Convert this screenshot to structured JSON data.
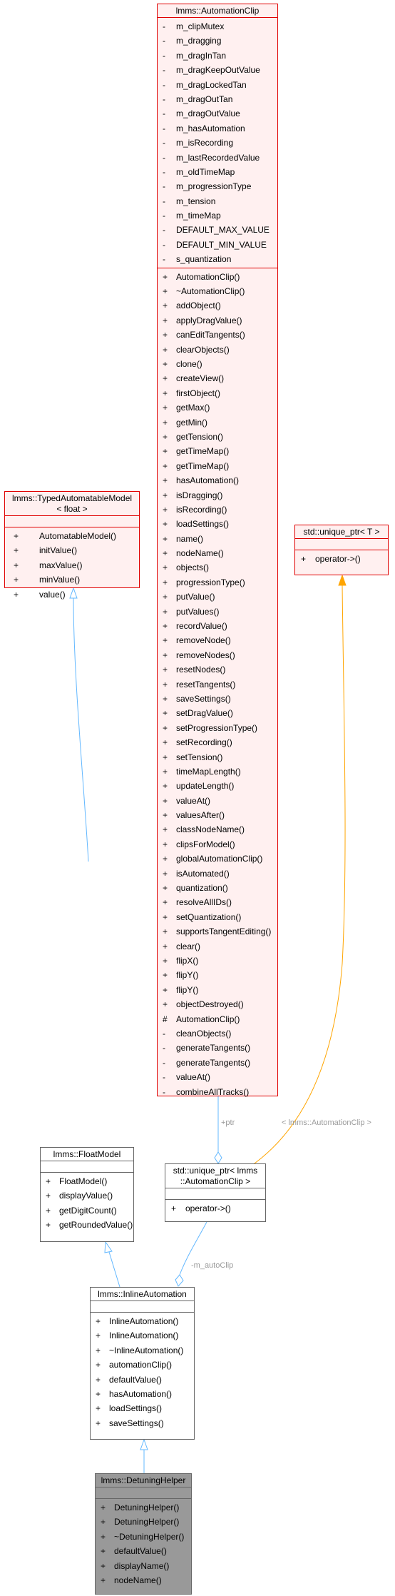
{
  "automation_clip": {
    "title": "lmms::AutomationClip",
    "attributes": [
      {
        "vis": "-",
        "name": "m_clipMutex"
      },
      {
        "vis": "-",
        "name": "m_dragging"
      },
      {
        "vis": "-",
        "name": "m_dragInTan"
      },
      {
        "vis": "-",
        "name": "m_dragKeepOutValue"
      },
      {
        "vis": "-",
        "name": "m_dragLockedTan"
      },
      {
        "vis": "-",
        "name": "m_dragOutTan"
      },
      {
        "vis": "-",
        "name": "m_dragOutValue"
      },
      {
        "vis": "-",
        "name": "m_hasAutomation"
      },
      {
        "vis": "-",
        "name": "m_isRecording"
      },
      {
        "vis": "-",
        "name": "m_lastRecordedValue"
      },
      {
        "vis": "-",
        "name": "m_oldTimeMap"
      },
      {
        "vis": "-",
        "name": "m_progressionType"
      },
      {
        "vis": "-",
        "name": "m_tension"
      },
      {
        "vis": "-",
        "name": "m_timeMap"
      },
      {
        "vis": "-",
        "name": "DEFAULT_MAX_VALUE"
      },
      {
        "vis": "-",
        "name": "DEFAULT_MIN_VALUE"
      },
      {
        "vis": "-",
        "name": "s_quantization"
      }
    ],
    "methods": [
      {
        "vis": "+",
        "name": "AutomationClip()"
      },
      {
        "vis": "+",
        "name": "~AutomationClip()"
      },
      {
        "vis": "+",
        "name": "addObject()"
      },
      {
        "vis": "+",
        "name": "applyDragValue()"
      },
      {
        "vis": "+",
        "name": "canEditTangents()"
      },
      {
        "vis": "+",
        "name": "clearObjects()"
      },
      {
        "vis": "+",
        "name": "clone()"
      },
      {
        "vis": "+",
        "name": "createView()"
      },
      {
        "vis": "+",
        "name": "firstObject()"
      },
      {
        "vis": "+",
        "name": "getMax()"
      },
      {
        "vis": "+",
        "name": "getMin()"
      },
      {
        "vis": "+",
        "name": "getTension()"
      },
      {
        "vis": "+",
        "name": "getTimeMap()"
      },
      {
        "vis": "+",
        "name": "getTimeMap()"
      },
      {
        "vis": "+",
        "name": "hasAutomation()"
      },
      {
        "vis": "+",
        "name": "isDragging()"
      },
      {
        "vis": "+",
        "name": "isRecording()"
      },
      {
        "vis": "+",
        "name": "loadSettings()"
      },
      {
        "vis": "+",
        "name": "name()"
      },
      {
        "vis": "+",
        "name": "nodeName()"
      },
      {
        "vis": "+",
        "name": "objects()"
      },
      {
        "vis": "+",
        "name": "progressionType()"
      },
      {
        "vis": "+",
        "name": "putValue()"
      },
      {
        "vis": "+",
        "name": "putValues()"
      },
      {
        "vis": "+",
        "name": "recordValue()"
      },
      {
        "vis": "+",
        "name": "removeNode()"
      },
      {
        "vis": "+",
        "name": "removeNodes()"
      },
      {
        "vis": "+",
        "name": "resetNodes()"
      },
      {
        "vis": "+",
        "name": "resetTangents()"
      },
      {
        "vis": "+",
        "name": "saveSettings()"
      },
      {
        "vis": "+",
        "name": "setDragValue()"
      },
      {
        "vis": "+",
        "name": "setProgressionType()"
      },
      {
        "vis": "+",
        "name": "setRecording()"
      },
      {
        "vis": "+",
        "name": "setTension()"
      },
      {
        "vis": "+",
        "name": "timeMapLength()"
      },
      {
        "vis": "+",
        "name": "updateLength()"
      },
      {
        "vis": "+",
        "name": "valueAt()"
      },
      {
        "vis": "+",
        "name": "valuesAfter()"
      },
      {
        "vis": "+",
        "name": "classNodeName()"
      },
      {
        "vis": "+",
        "name": "clipsForModel()"
      },
      {
        "vis": "+",
        "name": "globalAutomationClip()"
      },
      {
        "vis": "+",
        "name": "isAutomated()"
      },
      {
        "vis": "+",
        "name": "quantization()"
      },
      {
        "vis": "+",
        "name": "resolveAllIDs()"
      },
      {
        "vis": "+",
        "name": "setQuantization()"
      },
      {
        "vis": "+",
        "name": "supportsTangentEditing()"
      },
      {
        "vis": "+",
        "name": "clear()"
      },
      {
        "vis": "+",
        "name": "flipX()"
      },
      {
        "vis": "+",
        "name": "flipY()"
      },
      {
        "vis": "+",
        "name": "flipY()"
      },
      {
        "vis": "+",
        "name": "objectDestroyed()"
      },
      {
        "vis": "#",
        "name": "AutomationClip()"
      },
      {
        "vis": "-",
        "name": "cleanObjects()"
      },
      {
        "vis": "-",
        "name": "generateTangents()"
      },
      {
        "vis": "-",
        "name": "generateTangents()"
      },
      {
        "vis": "-",
        "name": "valueAt()"
      },
      {
        "vis": "-",
        "name": "combineAllTracks()"
      }
    ]
  },
  "typed_automatable_model": {
    "title_line1": "lmms::TypedAutomatableModel",
    "title_line2": "< float >",
    "methods": [
      {
        "vis": "+",
        "name": "AutomatableModel()"
      },
      {
        "vis": "+",
        "name": "initValue()"
      },
      {
        "vis": "+",
        "name": "maxValue()"
      },
      {
        "vis": "+",
        "name": "minValue()"
      },
      {
        "vis": "+",
        "name": "value()"
      }
    ]
  },
  "unique_ptr_template": {
    "title": "std::unique_ptr< T >",
    "methods": [
      {
        "vis": "+",
        "name": "operator->()"
      }
    ]
  },
  "float_model": {
    "title": "lmms::FloatModel",
    "methods": [
      {
        "vis": "+",
        "name": "FloatModel()"
      },
      {
        "vis": "+",
        "name": "displayValue()"
      },
      {
        "vis": "+",
        "name": "getDigitCount()"
      },
      {
        "vis": "+",
        "name": "getRoundedValue()"
      }
    ]
  },
  "unique_ptr_clip": {
    "title_line1": "std::unique_ptr< lmms",
    "title_line2": "::AutomationClip >",
    "methods": [
      {
        "vis": "+",
        "name": "operator->()"
      }
    ]
  },
  "inline_automation": {
    "title": "lmms::InlineAutomation",
    "methods": [
      {
        "vis": "+",
        "name": "InlineAutomation()"
      },
      {
        "vis": "+",
        "name": "InlineAutomation()"
      },
      {
        "vis": "+",
        "name": "~InlineAutomation()"
      },
      {
        "vis": "+",
        "name": "automationClip()"
      },
      {
        "vis": "+",
        "name": "defaultValue()"
      },
      {
        "vis": "+",
        "name": "hasAutomation()"
      },
      {
        "vis": "+",
        "name": "loadSettings()"
      },
      {
        "vis": "+",
        "name": "saveSettings()"
      }
    ]
  },
  "detuning_helper": {
    "title": "lmms::DetuningHelper",
    "methods": [
      {
        "vis": "+",
        "name": "DetuningHelper()"
      },
      {
        "vis": "+",
        "name": "DetuningHelper()"
      },
      {
        "vis": "+",
        "name": "~DetuningHelper()"
      },
      {
        "vis": "+",
        "name": "defaultValue()"
      },
      {
        "vis": "+",
        "name": "displayName()"
      },
      {
        "vis": "+",
        "name": "nodeName()"
      }
    ]
  },
  "edge_labels": {
    "ptr": "+ptr",
    "template_arg": "< lmms::AutomationClip >",
    "auto_clip": "-m_autoClip"
  },
  "colors": {
    "inheritance_edge": "#63b8ff",
    "template_edge": "#ffa500",
    "class_border_red": "#e00000",
    "class_fill_red": "#fff0f0",
    "focus_fill": "#999999"
  }
}
